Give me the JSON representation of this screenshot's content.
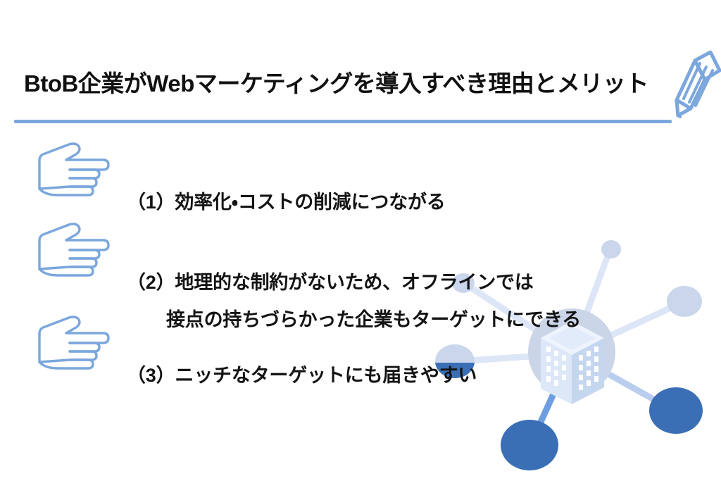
{
  "slide": {
    "background_color": "#FFFFFF",
    "accent_color": "#7BA7DD",
    "node_dark_color": "#3B6FB5",
    "hub_color": "#CBD5E8",
    "text_color": "#141414"
  },
  "title": {
    "text": "BtoB企業がWebマーケティングを導入すべき理由とメリット",
    "underline_color": "#7BA7DD",
    "pencil_icon": "pencil-icon"
  },
  "bullets": [
    {
      "marker_icon": "pointing-hand-icon",
      "number": "（1）",
      "lines": [
        "（1）効率化・コストの削減につながる"
      ],
      "line1": "（1）効率化・コストの削減につながる",
      "line2": ""
    },
    {
      "marker_icon": "pointing-hand-icon",
      "number": "（2）",
      "lines": [
        "（2）地理的な制約がないため、オフラインでは",
        "接点の持ちづらかった企業もターゲットにできる"
      ],
      "line1": "（2）地理的な制約がないため、オフラインでは",
      "line2": "接点の持ちづらかった企業もターゲットにできる"
    },
    {
      "marker_icon": "pointing-hand-icon",
      "number": "（3）",
      "lines": [
        "（3）ニッチなターゲットにも届きやすい"
      ],
      "line1": "（3）ニッチなターゲットにも届きやすい",
      "line2": ""
    }
  ],
  "graphic": {
    "name": "network-building-illustration",
    "center_icon": "office-building-icon",
    "hub_shape": "ellipse",
    "nodes": [
      {
        "id": "node-top",
        "shape": "ellipse",
        "color": "#C9D6EC",
        "size": "small"
      },
      {
        "id": "node-upper-left",
        "shape": "ellipse",
        "color": "#C9D6EC",
        "size": "small"
      },
      {
        "id": "node-right",
        "shape": "ellipse",
        "color": "#C9D6EC",
        "size": "medium"
      },
      {
        "id": "node-left",
        "shape": "ellipse",
        "color": "#C9D6EC",
        "size": "medium",
        "accent_color": "#3B6FB5"
      },
      {
        "id": "node-bottom",
        "shape": "ellipse",
        "color": "#3B6FB5",
        "size": "large"
      },
      {
        "id": "node-bottom-right",
        "shape": "ellipse",
        "color": "#3B6FB5",
        "size": "large"
      }
    ],
    "link_color_light": "#DAE5F6",
    "link_color_strong": "#6E9EE0"
  }
}
